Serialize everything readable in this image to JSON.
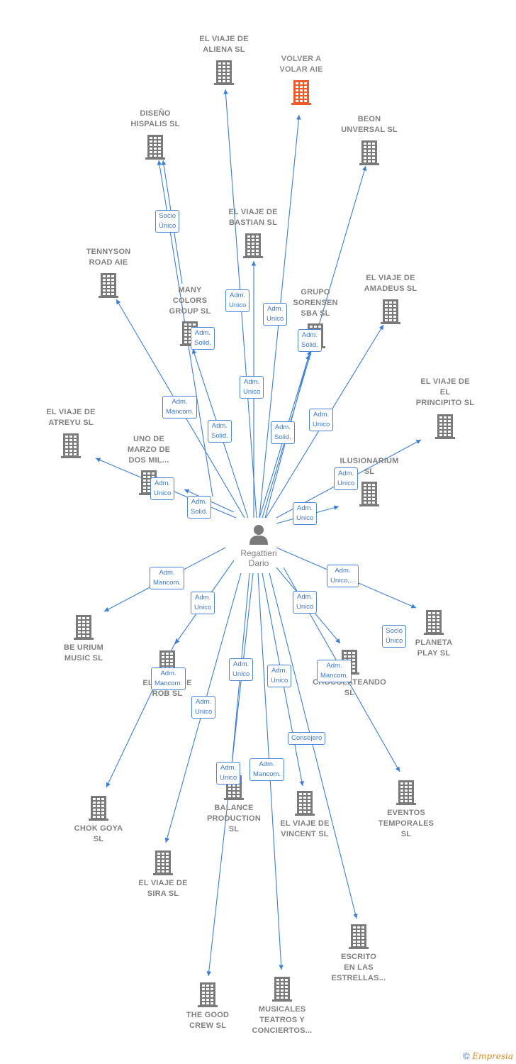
{
  "center": {
    "name": "Regattieri\nDario"
  },
  "nodes": [
    {
      "id": "aliena",
      "label": "EL VIAJE DE\nALIENA  SL"
    },
    {
      "id": "volver",
      "label": "VOLVER A\nVOLAR  AIE",
      "main": true
    },
    {
      "id": "disenio",
      "label": "DISEÑO\nHISPALIS SL"
    },
    {
      "id": "beon",
      "label": "BEON\nUNVERSAL  SL"
    },
    {
      "id": "bastian",
      "label": "EL VIAJE DE\nBASTIAN  SL"
    },
    {
      "id": "tennyson",
      "label": "TENNYSON\nROAD AIE"
    },
    {
      "id": "manycolors",
      "label": "MANY\nCOLORS\nGROUP  SL"
    },
    {
      "id": "sorensen",
      "label": "GRUPO\nSORENSEN\nSBA SL"
    },
    {
      "id": "amadeus",
      "label": "EL VIAJE DE\nAMADEUS  SL"
    },
    {
      "id": "principito",
      "label": "EL VIAJE DE\nEL\nPRINCIPITO  SL"
    },
    {
      "id": "atreyu",
      "label": "EL VIAJE DE\nATREYU  SL"
    },
    {
      "id": "unodemarzo",
      "label": "UNO DE\nMARZO DE\nDOS MIL..."
    },
    {
      "id": "ilusionarium",
      "label": "ILUSIONARIUM\nSL"
    },
    {
      "id": "beurium",
      "label": "BE URIUM\nMUSIC  SL"
    },
    {
      "id": "planeta",
      "label": "PLANETA\nPLAY SL"
    },
    {
      "id": "elrob",
      "label": "EL VIAJE DE\nROB  SL"
    },
    {
      "id": "chocolateando",
      "label": "CHOCOLATEANDO\nSL"
    },
    {
      "id": "chokgoya",
      "label": "CHOK GOYA\nSL"
    },
    {
      "id": "balance",
      "label": "BALANCE\nPRODUCTION\nSL"
    },
    {
      "id": "vincent",
      "label": "EL VIAJE DE\nVINCENT  SL"
    },
    {
      "id": "eventos",
      "label": "EVENTOS\nTEMPORALES\nSL"
    },
    {
      "id": "sira",
      "label": "EL VIAJE DE\nSIRA  SL"
    },
    {
      "id": "escrito",
      "label": "ESCRITO\nEN LAS\nESTRELLAS..."
    },
    {
      "id": "goodcrew",
      "label": "THE GOOD\nCREW  SL"
    },
    {
      "id": "musicales",
      "label": "MUSICALES\nTEATROS Y\nCONCIERTOS..."
    }
  ],
  "edge_labels": [
    "Socio\nÚnico",
    "Adm.\nUnico",
    "Adm.\nUnico",
    "Adm.\nSolid.",
    "Adm.\nSolid.",
    "Adm.\nMancom.",
    "Adm.\nUnico",
    "Adm.\nSolid.",
    "Adm.\nSolid.",
    "Adm.\nUnico",
    "Adm.\nUnico",
    "Adm.\nUnico",
    "Adm.\nSolid.",
    "Adm.\nUnico",
    "Adm.\nMancom.",
    "Adm.\nUnico,...",
    "Adm.\nUnico",
    "Adm.\nUnico",
    "Socio\nÚnico",
    "Adm.\nMancom.",
    "Adm.\nUnico",
    "Adm.\nUnico",
    "Adm.\nMancom.",
    "Consejero",
    "Adm.\nUnico",
    "Adm.\nMancom.",
    "Adm.\nUnico"
  ],
  "colors": {
    "edge": "#3a7fd5",
    "building": "#7a7a7a",
    "building_main": "#f05a28",
    "person": "#7a7a7a"
  },
  "footer": {
    "copyright": "©",
    "brand": "Empresia"
  }
}
